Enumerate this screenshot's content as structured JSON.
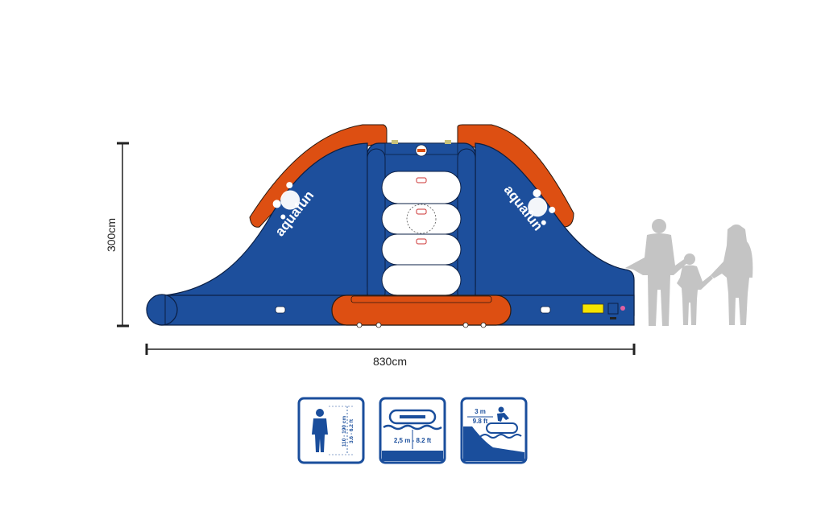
{
  "dimensions": {
    "height_label": "300cm",
    "width_label": "830cm"
  },
  "logos": {
    "left": "aquafun",
    "right": "aquafun"
  },
  "icons": {
    "height_range_cm": "110 - 190 cm",
    "height_range_ft": "3.6 - 6.2 ft",
    "depth_label": "2,5 m - 8.2 ft",
    "jump_m": "3 m",
    "jump_ft": "9.8 ft"
  },
  "colors": {
    "blue": "#1d4f9c",
    "orange": "#dd4f12",
    "white": "#ffffff",
    "silhouette": "#c4c4c4",
    "icon_border": "#1a4e9c"
  }
}
